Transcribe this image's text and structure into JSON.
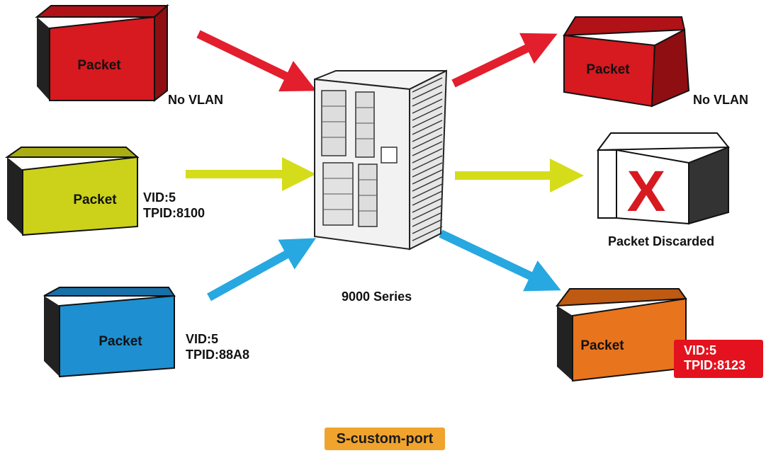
{
  "packets": {
    "in_red": {
      "label": "Packet",
      "color": "#d71920",
      "info": [
        "No VLAN"
      ]
    },
    "in_yellow": {
      "label": "Packet",
      "color": "#ccd21a",
      "info": [
        "VID:5",
        "TPID:8100"
      ]
    },
    "in_blue": {
      "label": "Packet",
      "color": "#1e8fd0",
      "info": [
        "VID:5",
        "TPID:88A8"
      ]
    },
    "out_red": {
      "label": "Packet",
      "color": "#d71920",
      "info": [
        "No VLAN"
      ]
    },
    "out_discarded": {
      "mark": "X",
      "color": "#ffffff",
      "caption": "Packet Discarded"
    },
    "out_orange": {
      "label": "Packet",
      "color": "#e8741e",
      "info": [
        "VID:5",
        "TPID:8123"
      ]
    }
  },
  "switch": {
    "caption": "9000 Series"
  },
  "footer": {
    "label": "S-custom-port"
  },
  "colors": {
    "red_arrow": "#e31e2d",
    "yellow_arrow": "#d5dc1a",
    "blue_arrow": "#27a8e0",
    "badge": "#e3121e",
    "footer_bg": "#f0a32d"
  }
}
